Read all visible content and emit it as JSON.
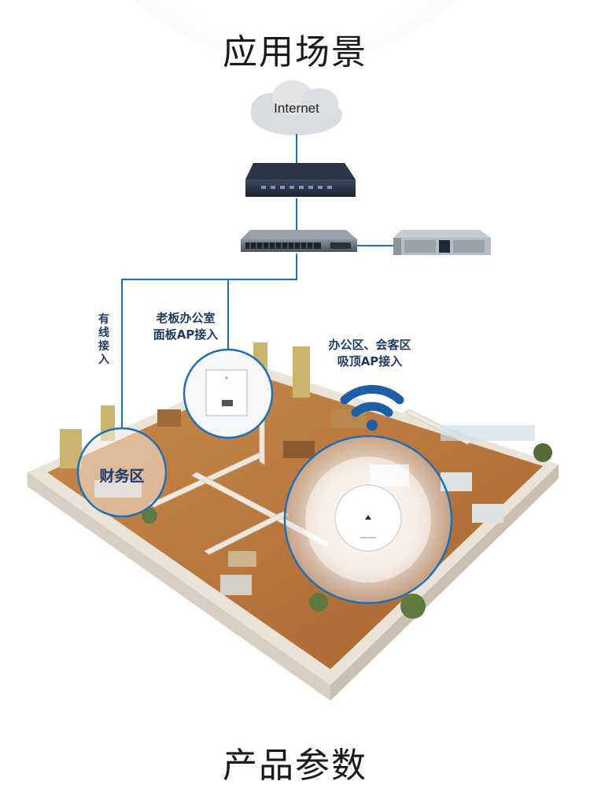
{
  "header": {
    "title": "应用场景"
  },
  "footer": {
    "title": "产品参数"
  },
  "diagram": {
    "cloud_label": "Internet",
    "labels": {
      "wired": "有线接入",
      "boss_office_line1": "老板办公室",
      "boss_office_line2": "面板AP接入",
      "office_line1": "办公区、会客区",
      "office_line2": "吸顶AP接入",
      "finance_zone": "财务区"
    },
    "colors": {
      "line": "#1f6fb5",
      "label": "#1f3a66",
      "wifi": "#1d5ea8"
    },
    "icons": [
      "cloud-icon",
      "router-icon",
      "switch-icon",
      "server-icon",
      "panel-ap-icon",
      "ceiling-ap-icon",
      "wifi-icon"
    ]
  }
}
